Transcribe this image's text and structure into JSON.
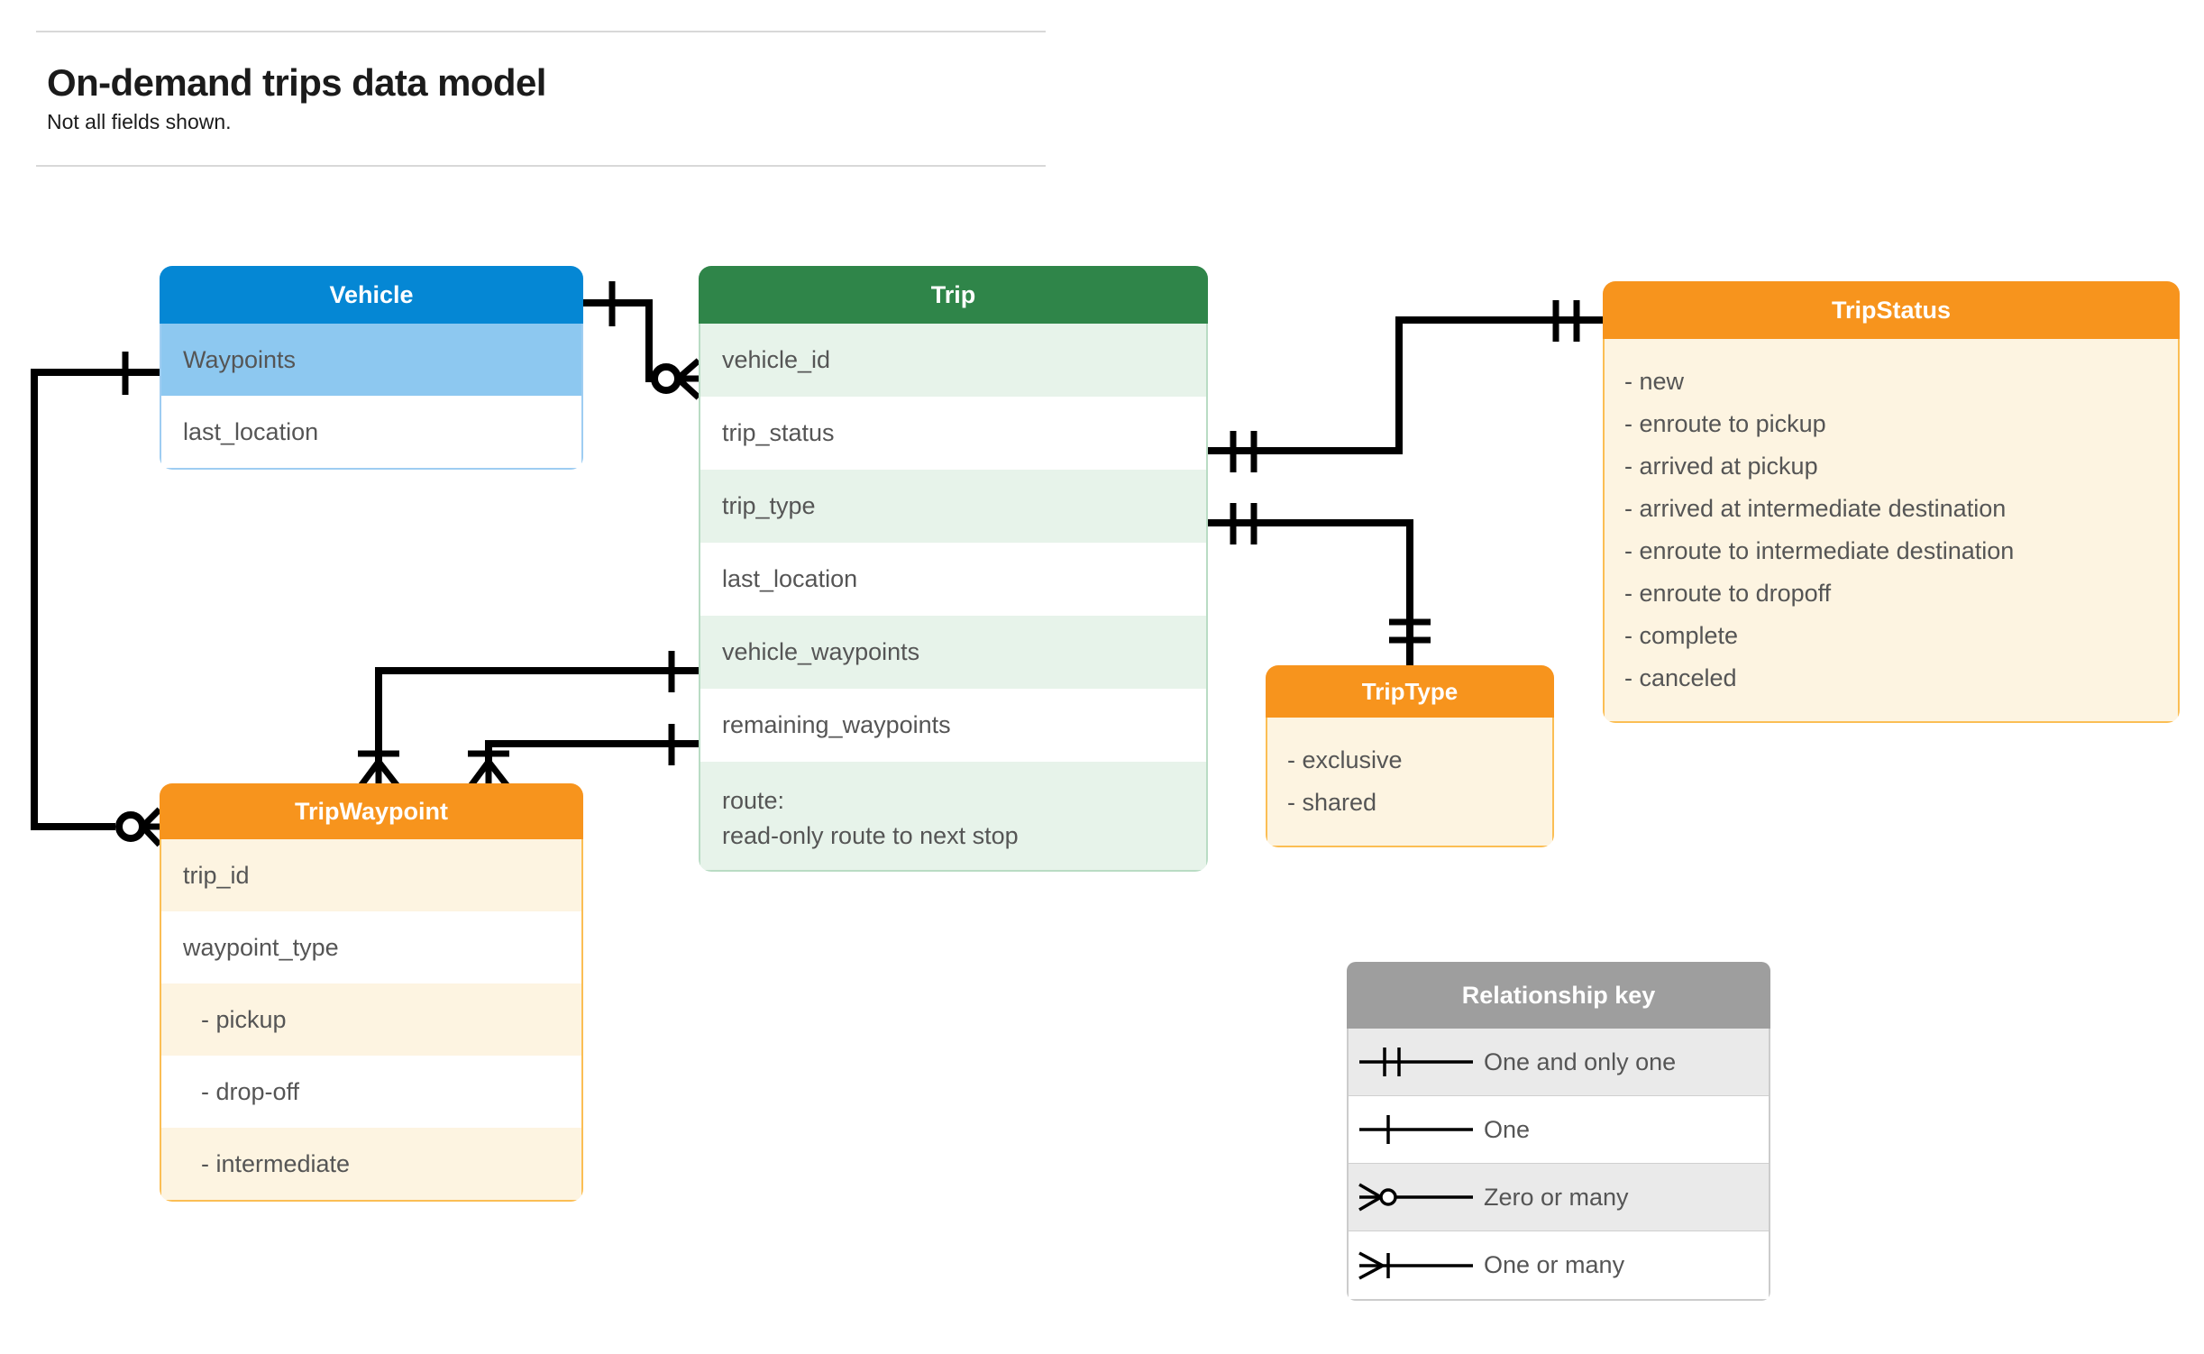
{
  "document": {
    "title": "On-demand trips data model",
    "subtitle": "Not all fields shown."
  },
  "entities": {
    "vehicle": {
      "name": "Vehicle",
      "header_color": "#0587d4",
      "fields": [
        {
          "label": "Waypoints"
        },
        {
          "label": "last_location"
        }
      ]
    },
    "trip": {
      "name": "Trip",
      "header_color": "#2f8549",
      "fields": [
        {
          "label": "vehicle_id"
        },
        {
          "label": "trip_status"
        },
        {
          "label": "trip_type"
        },
        {
          "label": "last_location"
        },
        {
          "label": "vehicle_waypoints"
        },
        {
          "label": "remaining_waypoints"
        },
        {
          "label": "route:\nread-only route to next stop"
        }
      ]
    },
    "trip_status": {
      "name": "TripStatus",
      "header_color": "#f7941d",
      "values": [
        "- new",
        "- enroute to pickup",
        "- arrived at pickup",
        "- arrived at intermediate destination",
        "- enroute to intermediate destination",
        "- enroute to dropoff",
        "- complete",
        "- canceled"
      ]
    },
    "trip_type": {
      "name": "TripType",
      "header_color": "#f7941d",
      "values": [
        "- exclusive",
        "- shared"
      ]
    },
    "trip_waypoint": {
      "name": "TripWaypoint",
      "header_color": "#f7941d",
      "fields": [
        {
          "label": "trip_id"
        },
        {
          "label": "waypoint_type"
        },
        {
          "label": "-  pickup"
        },
        {
          "label": "-  drop-off"
        },
        {
          "label": "-  intermediate"
        }
      ]
    }
  },
  "legend": {
    "title": "Relationship key",
    "rows": [
      {
        "symbol": "one-and-only-one-icon",
        "label": "One and only one"
      },
      {
        "symbol": "one-icon",
        "label": "One"
      },
      {
        "symbol": "zero-or-many-icon",
        "label": "Zero or many"
      },
      {
        "symbol": "one-or-many-icon",
        "label": "One or many"
      }
    ]
  },
  "relationships": [
    {
      "from": "Vehicle",
      "to": "Trip.vehicle_id",
      "from_cardinality": "One",
      "to_cardinality": "Zero or many"
    },
    {
      "from": "Vehicle.Waypoints",
      "to": "TripWaypoint",
      "from_cardinality": "One",
      "to_cardinality": "Zero or many"
    },
    {
      "from": "Trip.trip_status",
      "to": "TripStatus",
      "from_cardinality": "One and only one",
      "to_cardinality": "One and only one"
    },
    {
      "from": "Trip.trip_type",
      "to": "TripType",
      "from_cardinality": "One and only one",
      "to_cardinality": "One and only one"
    },
    {
      "from": "Trip.vehicle_waypoints",
      "to": "TripWaypoint",
      "from_cardinality": "One",
      "to_cardinality": "One or many"
    },
    {
      "from": "Trip.remaining_waypoints",
      "to": "TripWaypoint",
      "from_cardinality": "One",
      "to_cardinality": "One or many"
    }
  ],
  "colors": {
    "blue": "#0587d4",
    "light_blue": "#8dc8f0",
    "green": "#2f8549",
    "light_green": "#e7f3ea",
    "orange": "#f7941d",
    "cream": "#fdf4e1",
    "gray": "#9e9e9e",
    "connector": "#000000"
  }
}
